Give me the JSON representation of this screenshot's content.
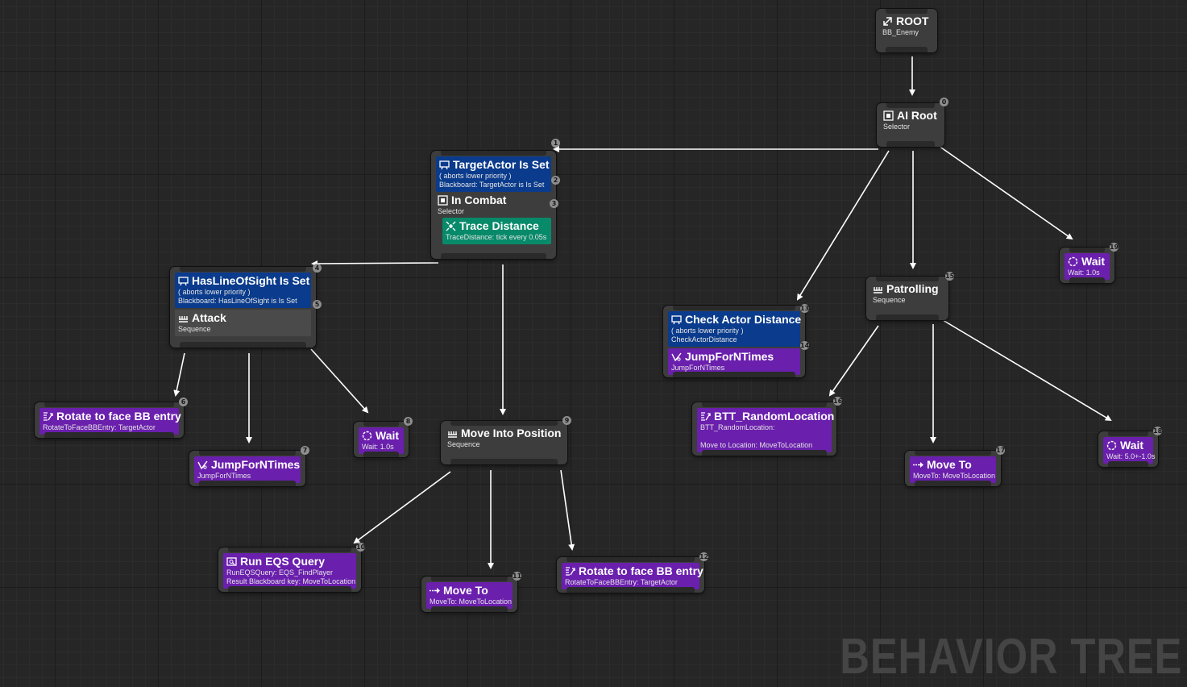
{
  "colors": {
    "decorator": "#0a3b8c",
    "service": "#078a6a",
    "task": "#6a1fad",
    "composite": "#4a4a4a",
    "edge": "#ffffff"
  },
  "watermark": "BEHAVIOR TREE",
  "nodes": {
    "root": {
      "title": "ROOT",
      "sub": "BB_Enemy",
      "icon": "root-icon"
    },
    "ai_root": {
      "title": "AI Root",
      "sub": "Selector",
      "index": "0",
      "icon": "selector-icon"
    },
    "in_combat": {
      "decorator": {
        "title": "TargetActor Is Set",
        "sub1": "( aborts lower priority )",
        "sub2": "Blackboard: TargetActor is Is Set",
        "index": "1",
        "icon": "blackboard-icon"
      },
      "title": "In Combat",
      "sub": "Selector",
      "index": "3",
      "dec_index": "2",
      "icon": "selector-icon",
      "service": {
        "title": "Trace Distance",
        "sub": "TraceDistance: tick every 0.05s",
        "icon": "service-icon"
      }
    },
    "attack": {
      "decorator": {
        "title": "HasLineOfSight Is Set",
        "sub1": "( aborts lower priority )",
        "sub2": "Blackboard: HasLineOfSight is Is Set",
        "index": "4",
        "icon": "blackboard-icon"
      },
      "title": "Attack",
      "sub": "Sequence",
      "index": "5",
      "icon": "sequence-icon"
    },
    "rotate1": {
      "title": "Rotate to face BB entry",
      "sub": "RotateToFaceBBEntry: TargetActor",
      "index": "6",
      "icon": "rotate-icon"
    },
    "jump1": {
      "title": "JumpForNTimes",
      "sub": "JumpForNTimes",
      "index": "7",
      "icon": "jump-icon"
    },
    "wait1": {
      "title": "Wait",
      "sub": "Wait: 1.0s",
      "index": "8",
      "icon": "wait-icon"
    },
    "move_into": {
      "title": "Move Into Position",
      "sub": "Sequence",
      "index": "9",
      "icon": "sequence-icon"
    },
    "eqs": {
      "title": "Run EQS Query",
      "sub1": "RunEQSQuery: EQS_FindPlayer",
      "sub2": "Result Blackboard key: MoveToLocation",
      "index": "10",
      "icon": "eqs-icon"
    },
    "moveto1": {
      "title": "Move To",
      "sub": "MoveTo: MoveToLocation",
      "index": "11",
      "icon": "moveto-icon"
    },
    "rotate2": {
      "title": "Rotate to face BB entry",
      "sub": "RotateToFaceBBEntry: TargetActor",
      "index": "12",
      "icon": "rotate-icon"
    },
    "check_dist": {
      "decorator": {
        "title": "Check Actor Distance",
        "sub1": "( aborts lower priority )",
        "sub2": "CheckActorDistance",
        "index": "13",
        "icon": "blackboard-icon"
      },
      "title": "JumpForNTimes",
      "sub": "JumpForNTimes",
      "index": "14",
      "icon": "jump-icon"
    },
    "patrolling": {
      "title": "Patrolling",
      "sub": "Sequence",
      "index": "15",
      "icon": "sequence-icon"
    },
    "random_loc": {
      "title": "BTT_RandomLocation",
      "sub1": "BTT_RandomLocation:",
      "sub2": "Move to Location: MoveToLocation",
      "index": "16",
      "icon": "rotate-icon"
    },
    "moveto2": {
      "title": "Move To",
      "sub": "MoveTo: MoveToLocation",
      "index": "17",
      "icon": "moveto-icon"
    },
    "wait2": {
      "title": "Wait",
      "sub": "Wait: 5.0+-1.0s",
      "index": "18",
      "icon": "wait-icon"
    },
    "wait3": {
      "title": "Wait",
      "sub": "Wait: 1.0s",
      "index": "19",
      "icon": "wait-icon"
    }
  }
}
